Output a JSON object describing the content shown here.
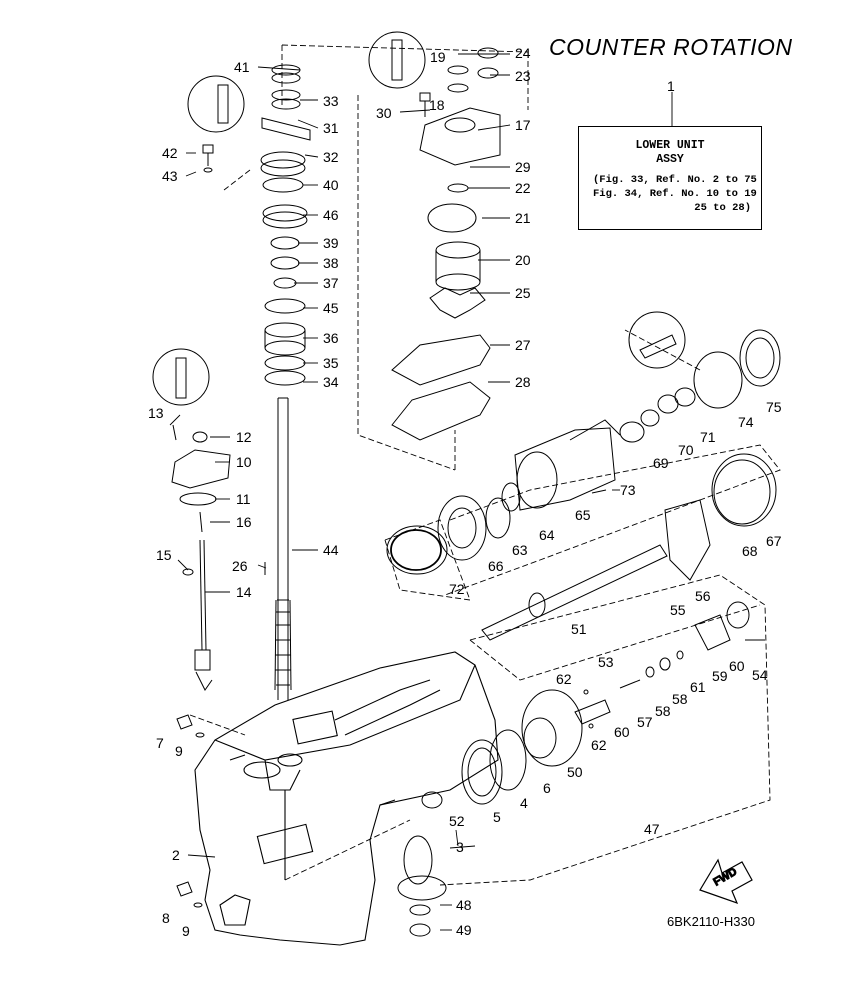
{
  "title": "COUNTER ROTATION",
  "assembly_box": {
    "ref": "1",
    "line1": "LOWER UNIT",
    "line2": "ASSY",
    "line3": "(Fig. 33, Ref. No. 2 to 75",
    "line4": "Fig. 34, Ref. No. 10 to 19",
    "line5": "25 to 28)"
  },
  "drawing_code": "6BK2110-H330",
  "fwd_arrow": "FWD",
  "callouts": {
    "c1": "1",
    "c2": "2",
    "c3": "3",
    "c4": "4",
    "c5": "5",
    "c6": "6",
    "c7": "7",
    "c8": "8",
    "c9a": "9",
    "c9b": "9",
    "c10": "10",
    "c11": "11",
    "c12": "12",
    "c13": "13",
    "c14": "14",
    "c15": "15",
    "c16": "16",
    "c17": "17",
    "c18": "18",
    "c19": "19",
    "c20": "20",
    "c21": "21",
    "c22": "22",
    "c23": "23",
    "c24": "24",
    "c25": "25",
    "c26": "26",
    "c27": "27",
    "c28": "28",
    "c29": "29",
    "c30": "30",
    "c31": "31",
    "c32": "32",
    "c33": "33",
    "c34": "34",
    "c35": "35",
    "c36": "36",
    "c37": "37",
    "c38": "38",
    "c39": "39",
    "c40": "40",
    "c41": "41",
    "c42": "42",
    "c43": "43",
    "c44": "44",
    "c45": "45",
    "c46": "46",
    "c47": "47",
    "c48": "48",
    "c49": "49",
    "c50": "50",
    "c51": "51",
    "c52": "52",
    "c53": "53",
    "c54": "54",
    "c55": "55",
    "c56": "56",
    "c57": "57",
    "c58a": "58",
    "c58b": "58",
    "c59": "59",
    "c60a": "60",
    "c60b": "60",
    "c61": "61",
    "c62a": "62",
    "c62b": "62",
    "c63": "63",
    "c64": "64",
    "c65": "65",
    "c66": "66",
    "c67": "67",
    "c68": "68",
    "c69": "69",
    "c70": "70",
    "c71": "71",
    "c72": "72",
    "c73": "73",
    "c74": "74",
    "c75": "75"
  },
  "tool_icons": [
    "grease-tube-icon",
    "grease-tube-icon",
    "grease-tube-icon",
    "grease-tube-icon"
  ]
}
